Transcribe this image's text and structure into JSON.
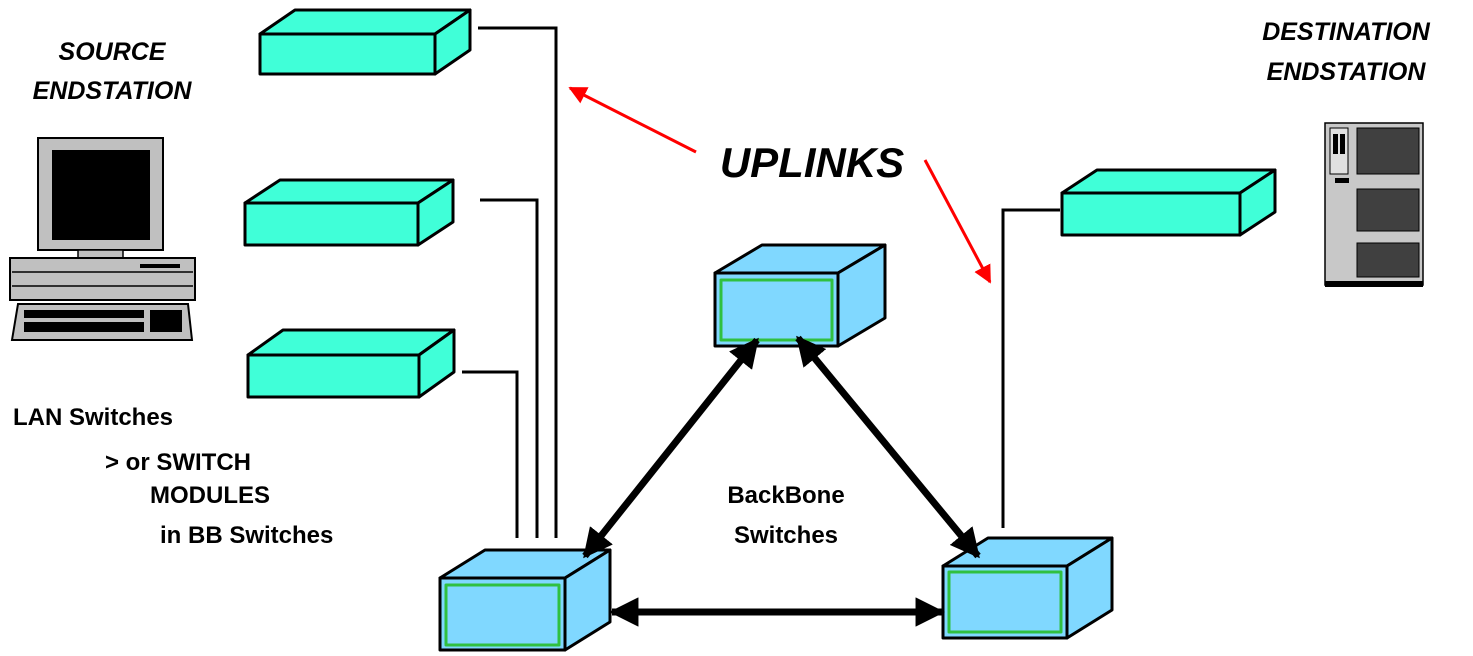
{
  "labels": {
    "source_line1": "SOURCE",
    "source_line2": "ENDSTATION",
    "destination_line1": "DESTINATION",
    "destination_line2": "ENDSTATION",
    "uplinks": "UPLINKS",
    "lan_line1": "LAN Switches",
    "lan_line2": "> or SWITCH",
    "lan_line3": "MODULES",
    "lan_line4": "in BB Switches",
    "backbone_line1": "BackBone",
    "backbone_line2": "Switches"
  },
  "colors": {
    "lan_switch": "#40ffd8",
    "backbone_switch": "#80d8ff",
    "backbone_face_border": "#30c040",
    "uplink_arrow": "#ff0000",
    "line": "#000000"
  },
  "icons": {
    "source": "desktop-computer-icon",
    "destination": "server-tower-icon"
  }
}
